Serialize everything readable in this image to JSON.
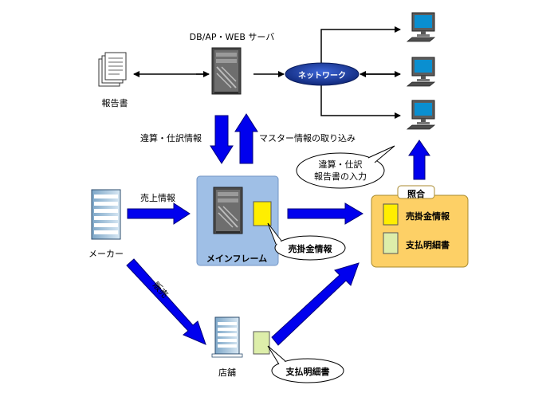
{
  "server": {
    "label": "DB/AP・WEB サーバ"
  },
  "network": {
    "label": "ネットワーク"
  },
  "report": {
    "label": "報告書"
  },
  "flows": {
    "down_label": "違算・仕訳情報",
    "up_label": "マスター情報の取り込み",
    "sales_info": "売上情報",
    "hanbai": "販売"
  },
  "input_callout": {
    "label": "違算・仕訳\n報告書の入力"
  },
  "maker": {
    "label": "メーカー"
  },
  "mainframe": {
    "label": "メインフレーム",
    "callout": "売掛金情報"
  },
  "matching": {
    "tab": "照合",
    "item1": "売掛金情報",
    "item2": "支払明細書"
  },
  "store": {
    "label": "店舗",
    "callout": "支払明細書"
  },
  "colors": {
    "arrow_blue": "#0000ee",
    "mainframe_box": "#9fbfe6",
    "matching_box": "#fdd066",
    "network_oval": "#1f3f9f",
    "doc_yellow": "#ffee00",
    "doc_green": "#ddeeaa"
  }
}
